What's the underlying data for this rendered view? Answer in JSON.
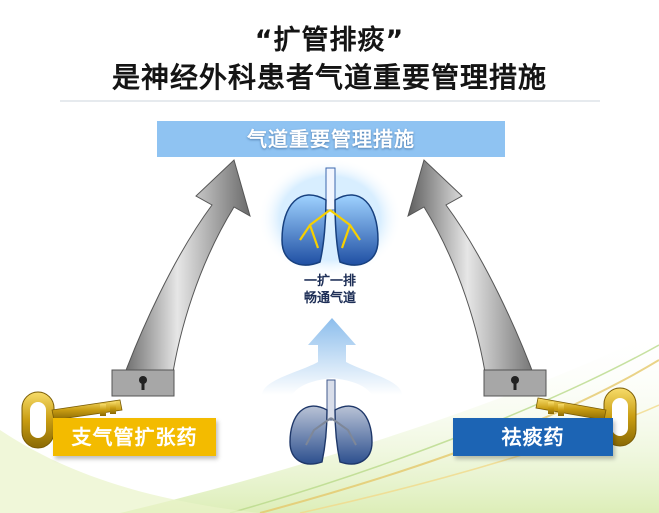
{
  "title": {
    "line1": "“扩管排痰”",
    "line2": "是神经外科患者气道重要管理措施"
  },
  "header": {
    "label": "气道重要管理措施"
  },
  "lung_caption": {
    "line1": "一扩一排",
    "line2": "畅通气道"
  },
  "left_key": {
    "label": "支气管扩张药",
    "color": "#f3bb00"
  },
  "right_key": {
    "label": "祛痰药",
    "color": "#1c64b4"
  },
  "colors": {
    "header_bg": "#8fc3f2",
    "arrow_gray": "#8c8c8c",
    "key_gold": "#c9a11a",
    "lung_blue": "#2a5aa8"
  }
}
